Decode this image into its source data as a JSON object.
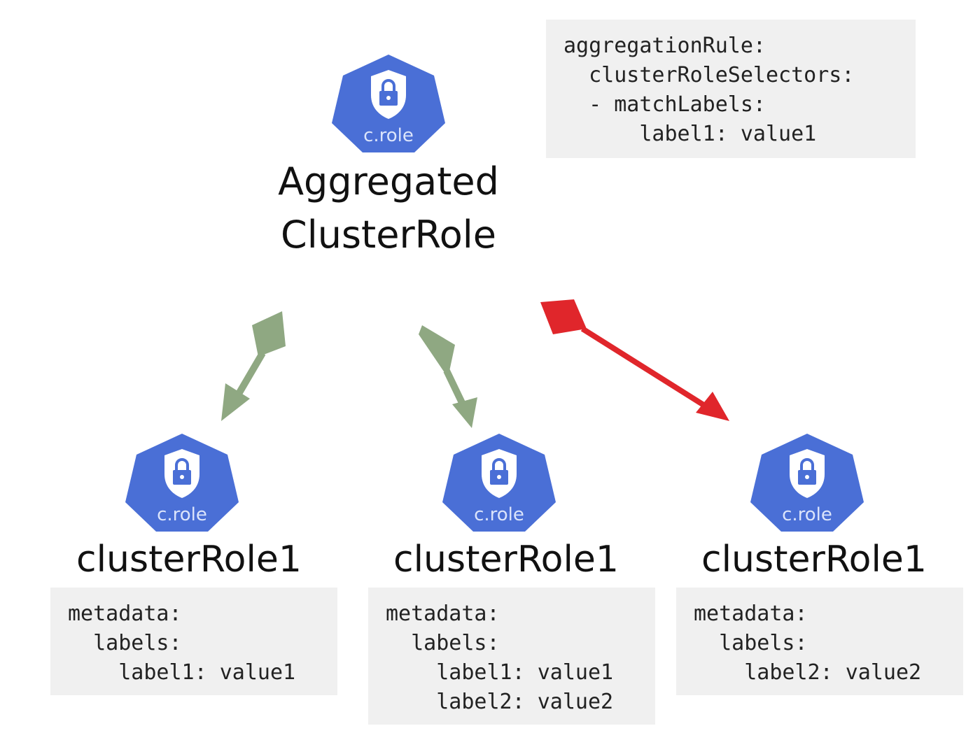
{
  "aggregated": {
    "icon_label": "c.role",
    "title_line1": "Aggregated",
    "title_line2": "ClusterRole",
    "code": [
      "aggregationRule:",
      "  clusterRoleSelectors:",
      "  - matchLabels:",
      "      label1: value1"
    ]
  },
  "roles": [
    {
      "icon_label": "c.role",
      "title": "clusterRole1",
      "code": [
        "metadata:",
        "  labels:",
        "    label1: value1"
      ]
    },
    {
      "icon_label": "c.role",
      "title": "clusterRole1",
      "code": [
        "metadata:",
        "  labels:",
        "    label1: value1",
        "    label2: value2"
      ]
    },
    {
      "icon_label": "c.role",
      "title": "clusterRole1",
      "code": [
        "metadata:",
        "  labels:",
        "    label2: value2"
      ]
    }
  ],
  "colors": {
    "icon_fill": "#4a6fd6",
    "match_arrow": "#8fa882",
    "nomatch_arrow": "#e0262b",
    "code_bg": "#f0f0f0"
  }
}
